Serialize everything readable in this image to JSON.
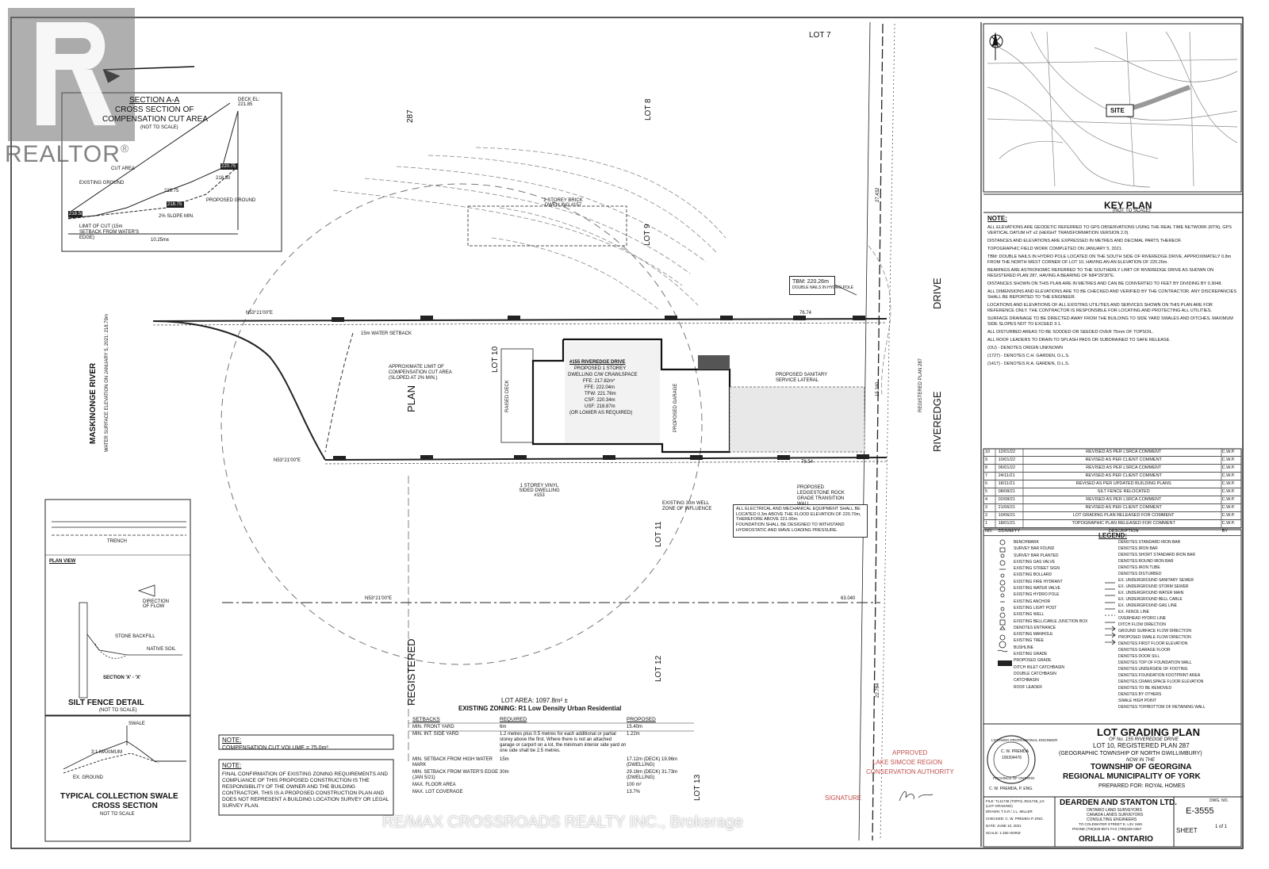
{
  "watermark": {
    "realtor_text": "REALTOR",
    "realtor_mark": "®",
    "brokerage": "RE/MAX CROSSROADS REALTY INC., Brokerage"
  },
  "section": {
    "title": "SECTION A-A",
    "subtitle1": "CROSS SECTION OF",
    "subtitle2": "COMPENSATION CUT AREA",
    "not_to_scale": "(NOT TO SCALE)",
    "deck_el": "DECK EL: 221.85",
    "cut_area": "CUT AREA",
    "existing_ground": "EXISTING GROUND",
    "proposed_ground": "PROPOSED GROUND",
    "slope": "2% SLOPE MIN.",
    "limit_cut": "LIMIT OF CUT (15m SETBACK FROM WATER'S EDGE)",
    "dist": "10.25m±",
    "el1": "218.50",
    "el2": "218.75",
    "el3": "219.75",
    "el4": "220.75",
    "el5": "218.80"
  },
  "labels": {
    "lot7": "LOT 7",
    "lot8": "LOT 8",
    "lot9": "LOT 9",
    "lot10": "LOT 10",
    "lot11": "LOT 11",
    "lot12": "LOT 12",
    "lot13": "LOT 13",
    "n287": "287",
    "plan": "PLAN",
    "registered": "REGISTERED",
    "river": "MASKINONGE RIVER",
    "river_sub": "WATER SURFACE ELEVATION ON JANUARY 5, 2021: 218.79m",
    "riveredge": "RIVEREDGE",
    "drive": "DRIVE",
    "riveredge_sub": "REGISTERED PLAN 287",
    "dwelling_title": "#155 RIVEREDGE DRIVE",
    "dwelling1": "PROPOSED 1 STOREY",
    "dwelling2": "DWELLING C/W CRAWLSPACE",
    "ffe": "FFE: 217.82m*",
    "ffe2": "FFE: 222.04m",
    "tfw": "TFW: 221.76m",
    "csf": "CSF: 220.34m",
    "usf": "USF: 218.87m",
    "lower": "(OR LOWER AS REQUIRED)",
    "garage": "PROPOSED GARAGE",
    "raised_deck": "RAISED DECK",
    "brick": "2 STOREY BRICK DWELLING #157",
    "vinyl": "1 STOREY VINYL SIDED DWELLING #153",
    "setback": "15m WATER SETBACK",
    "approx": "APPROXIMATE LIMIT OF COMPENSATION CUT AREA (SLOPED AT 2% MIN.)",
    "sanitary": "PROPOSED SANITARY SERVICE LATERAL",
    "well": "EXISTING 30m WELL ZONE OF INFLUENCE",
    "ledgestone": "PROPOSED LEDGESTONE ROCK GRADE TRANSITION WALL",
    "tbm": "TBM: 220.26m",
    "tbm2": "DOUBLE NAILS IN HYDRO POLE",
    "bearing1": "N53°21'00\"E",
    "bearing2": "N53°21'00\"E",
    "bearing3": "N53°21'00\"E",
    "dist1": "76.74",
    "dist2": "78.54",
    "dist3": "63.040",
    "dist4": "27.432",
    "dist5": "15.240",
    "dist6": "22.784",
    "el_note": "ALL ELECTRICAL AND MECHANICAL EQUIPMENT SHALL BE LOCATED 0.3m ABOVE THE FLOOD ELEVATION OF 220.70m, THEREFORE ABOVE 221.00m.",
    "foundation_note": "FOUNDATION SHALL BE DESIGNED TO WITHSTAND HYDROSTATIC AND WAVE LOADING PRESSURE."
  },
  "silt": {
    "title": "SILT FENCE DETAIL",
    "sub": "(NOT TO SCALE)",
    "plan_view": "PLAN VIEW",
    "trench": "TRENCH",
    "section": "SECTION 'X' - 'X'",
    "flow": "DIRECTION OF FLOW",
    "stone": "STONE BACKFILL",
    "native": "NATIVE SOIL"
  },
  "swale": {
    "title1": "TYPICAL COLLECTION SWALE",
    "title2": "CROSS SECTION",
    "sub": "NOT TO SCALE",
    "swale_lbl": "SWALE",
    "ex_ground": "EX. GROUND",
    "max": "3:1 MAXIMUM"
  },
  "notes_box": {
    "note_title": "NOTE:",
    "comp": "COMPENSATION CUT VOLUME = 75.0m³",
    "note2_title": "NOTE:",
    "note2": "FINAL CONFIRMATION OF EXISTING ZONING REQUIREMENTS AND COMPLIANCE OF THIS PROPOSED CONSTRUCTION IS THE RESPONSIBILITY OF THE OWNER AND THE BUILDING CONTRACTOR. THIS IS A PROPOSED CONSTRUCTION PLAN AND DOES NOT REPRESENT A BUILDING LOCATION SURVEY OR LEGAL SURVEY PLAN."
  },
  "zoning": {
    "lot_area": "LOT AREA: 1097.8m² ±",
    "existing": "EXISTING ZONING: R1 Low Density Urban Residential",
    "headers": [
      "SETBACKS",
      "REQUIRED",
      "PROPOSED"
    ],
    "rows": [
      [
        "MIN. FRONT YARD",
        "6m",
        "15.40m"
      ],
      [
        "MIN. INT. SIDE YARD",
        "1.2 metres plus 0.5 metres for each additional or partial storey above the first. Where there is not an attached garage or carport on a lot, the minimum interior side yard on one side shall be 2.5 metres.",
        "1.22m"
      ],
      [
        "MIN. SETBACK FROM HIGH WATER MARK",
        "15m",
        "17.12m (DECK) 19.96m (DWELLING)"
      ],
      [
        "MIN. SETBACK FROM WATER'S EDGE (JAN 5/21)",
        "30m",
        "29.16m (DECK) 31.73m (DWELLING)"
      ],
      [
        "MAX. FLOOR AREA",
        "",
        "100 m²"
      ],
      [
        "MAX. LOT COVERAGE",
        "",
        "13.7%"
      ]
    ]
  },
  "approval": {
    "l1": "APPROVED",
    "l2": "LAKE SIMCOE REGION",
    "l3": "CONSERVATION AUTHORITY",
    "signature": "SIGNATURE"
  },
  "keyplan": {
    "title": "KEY PLAN",
    "sub": "(NOT TO SCALE)",
    "site": "SITE"
  },
  "notes": {
    "title": "NOTE:",
    "items": [
      "ALL ELEVATIONS ARE GEODETIC REFERRED TO GPS OBSERVATIONS USING THE REAL TIME NETWORK (RTN), GPS VERTICAL DATUM HT v2 (HEIGHT TRANSFORMATION VERSION 2.0).",
      "DISTANCES AND ELEVATIONS ARE EXPRESSED IN METRES AND DECIMAL PARTS THEREOF.",
      "TOPOGRAPHIC FIELD WORK COMPLETED ON JANUARY 5, 2021.",
      "TBM: DOUBLE NAILS IN HYDRO POLE LOCATED ON THE SOUTH SIDE OF RIVEREDGE DRIVE, APPROXIMATELY 0.8m FROM THE NORTH WEST CORNER OF LOT 10, HAVING AN AN ELEVATION OF 220.26m.",
      "BEARINGS ARE ASTRONOMIC REFERRED TO THE SOUTHERLY LIMIT OF RIVEREDGE DRIVE AS SHOWN ON REGISTERED PLAN 287, HAVING A BEARING OF N84°29'30\"E.",
      "DISTANCES SHOWN ON THIS PLAN ARE IN METRES AND CAN BE CONVERTED TO FEET BY DIVIDING BY 0.3048.",
      "ALL DIMENSIONS AND ELEVATIONS ARE TO BE CHECKED AND VERIFIED BY THE CONTRACTOR. ANY DISCREPANCIES SHALL BE REPORTED TO THE ENGINEER.",
      "LOCATIONS AND ELEVATIONS OF ALL EXISTING UTILITIES AND SERVICES SHOWN ON THIS PLAN ARE FOR REFERENCE ONLY. THE CONTRACTOR IS RESPONSIBLE FOR LOCATING AND PROTECTING ALL UTILITIES.",
      "SURFACE DRAINAGE TO BE DIRECTED AWAY FROM THE BUILDING TO SIDE YARD SWALES AND DITCHES. MAXIMUM SIDE SLOPES NOT TO EXCEED 3:1.",
      "ALL DISTURBED AREAS TO BE SODDED OR SEEDED OVER 75mm OF TOPSOIL.",
      "ALL ROOF LEADERS TO DRAIN TO SPLASH PADS OR SUBDRAINED TO SAFE RELEASE.",
      "(OU) - DENOTES ORIGIN UNKNOWN",
      "(1727) - DENOTES C.H. GARDEN, O.L.S.",
      "(1417) - DENOTES R.A. GARDEN, O.L.S."
    ]
  },
  "revisions": {
    "rows": [
      [
        "10",
        "12/01/22",
        "REVISED AS PER LSRCA COMMENT",
        "C.W.P."
      ],
      [
        "9",
        "10/01/22",
        "REVISED AS PER CLIENT COMMENT",
        "C.W.P."
      ],
      [
        "8",
        "06/01/22",
        "REVISED AS PER LSRCA COMMENT",
        "C.W.P."
      ],
      [
        "7",
        "24/11/21",
        "REVISED AS PER CLIENT COMMENT",
        "C.W.P."
      ],
      [
        "6",
        "18/11/21",
        "REVISED AS PER UPDATED BUILDING PLANS",
        "C.W.P."
      ],
      [
        "5",
        "08/08/21",
        "SILT FENCE RELOCATED",
        "C.W.P."
      ],
      [
        "4",
        "02/08/21",
        "REVISED AS PER LSRCA COMMENT",
        "C.W.P."
      ],
      [
        "3",
        "21/06/21",
        "REVISED AS PER CLIENT COMMENT",
        "C.W.P."
      ],
      [
        "2",
        "10/06/21",
        "LOT GRADING PLAN RELEASED FOR COMMENT",
        "C.W.P."
      ],
      [
        "1",
        "18/01/21",
        "TOPOGRAPHIC PLAN RELEASED FOR COMMENT",
        "C.W.P."
      ],
      [
        "NO.",
        "DD/MM/YY",
        "DESCRIPTION",
        "BY"
      ]
    ]
  },
  "legend": {
    "title": "LEGEND:",
    "left": [
      "BENCHMARK",
      "SURVEY BAR FOUND",
      "SURVEY BAR PLANTED",
      "EXISTING GAS VALVE",
      "EXISTING STREET SIGN",
      "EXISTING BOLLARD",
      "EXISTING FIRE HYDRANT",
      "EXISTING WATER VALVE",
      "EXISTING HYDRO POLE",
      "EXISTING ANCHOR",
      "EXISTING LIGHT POST",
      "EXISTING WELL",
      "EXISTING BELL/CABLE JUNCTION BOX",
      "DENOTES ENTRANCE",
      "EXISTING MANHOLE",
      "EXISTING TREE",
      "BUSHLINE",
      "EXISTING GRADE",
      "PROPOSED GRADE",
      "DITCH INLET CATCHBASIN",
      "DOUBLE CATCHBASIN",
      "CATCHBASIN",
      "ROOF LEADER"
    ],
    "right": [
      "DENOTES STANDARD IRON BAR",
      "DENOTES IRON BAR",
      "DENOTES SHORT STANDARD IRON BAR",
      "DENOTES ROUND IRON BAR",
      "DENOTES IRON TUBE",
      "DENOTES DISTURBED",
      "EX. UNDERGROUND SANITARY SEWER",
      "EX. UNDERGROUND STORM SEWER",
      "EX. UNDERGROUND WATER MAIN",
      "EX. UNDERGROUND BELL CABLE",
      "EX. UNDERGROUND GAS LINE",
      "EX. FENCE LINE",
      "OVERHEAD HYDRO LINE",
      "DITCH FLOW DIRECTION",
      "GROUND SURFACE FLOW DIRECTION",
      "PROPOSED SWALE FLOW DIRECTION",
      "DENOTES FIRST FLOOR ELEVATION",
      "DENOTES GARAGE FLOOR",
      "DENOTES DOOR SILL",
      "DENOTES TOP OF FOUNDATION WALL",
      "DENOTES UNDERSIDE OF FOOTING",
      "DENOTES FOUNDATION FOOTPRINT AREA",
      "DENOTES CRAWLSPACE FLOOR ELEVATION",
      "DENOTES TO BE REMOVED",
      "DENOTES BY OTHERS",
      "SWALE HIGH POINT",
      "DENOTES TOP/BOTTOM OF RETAINING WALL"
    ]
  },
  "title_block": {
    "title": "LOT GRADING PLAN",
    "l1": "OF No. 155 RIVEREDGE DRIVE",
    "l2": "LOT 10, REGISTERED PLAN 287",
    "l3": "(GEOGRAPHIC TOWNSHIP OF NORTH GWILLIMBURY)",
    "l4": "NOW IN THE",
    "l5": "TOWNSHIP OF GEORGINA",
    "l6": "REGIONAL MUNICIPALITY OF YORK",
    "l7": "PREPARED FOR: ROYAL HOMES",
    "stamp1": "LICENSED PROFESSIONAL ENGINEER",
    "stamp2": "C. W. PREMDA",
    "stamp3": "100204476",
    "stamp4": "PROVINCE OF ONTARIO",
    "file": "FILE: TL11748 (TOPO) JN11748_LG (LOT GRADING)",
    "drawn": "DRAWN: T.S.R / J.L. MILLER",
    "checked": "CHECKED: C. W. PREMDA P. ENG.",
    "date": "DATE: JUNE 10, 2021",
    "scale": "SCALE: 1:150 HORIZ",
    "signed": "C. W. PREMDA, P. ENG.",
    "company": "DEARDEN AND STANTON LTD.",
    "c1": "ONTARIO LAND SURVEYORS",
    "c2": "CANADA LANDS SURVEYORS",
    "c3": "CONSULTING ENGINEERS",
    "c4": "TO COLDWATER STREET E. L3V 1W6",
    "c5": "PHONE (705)325-8571 FAX (705)325-0357",
    "place": "ORILLIA - ONTARIO",
    "dwg": "DWG. NO.",
    "dwg_no": "E-3555",
    "sheet": "SHEET",
    "sheet_no": "1 of 1"
  }
}
